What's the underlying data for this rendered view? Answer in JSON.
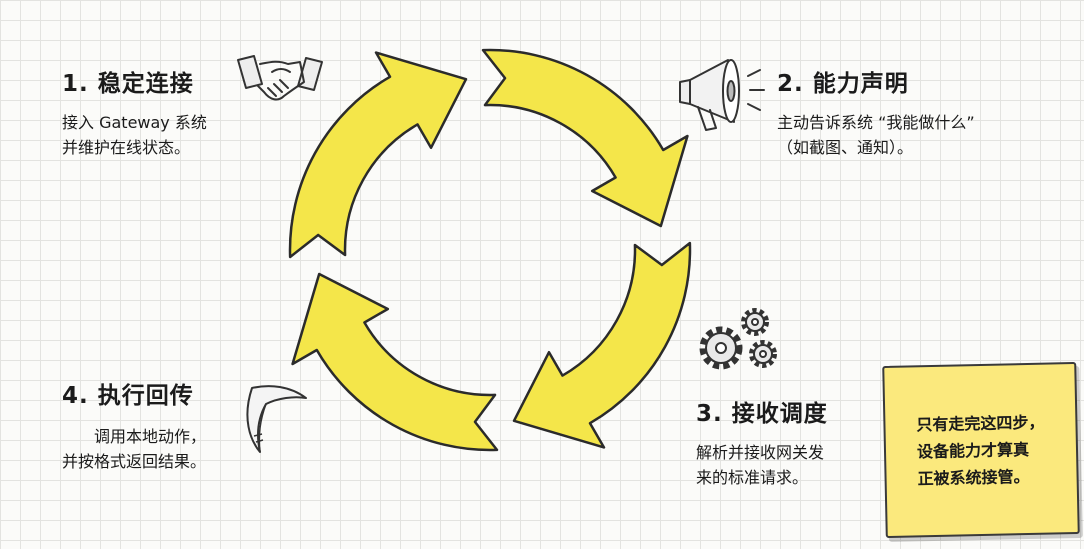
{
  "steps": [
    {
      "title": "1. 稳定连接",
      "lines": [
        "接入 Gateway 系统",
        "并维护在线状态。"
      ],
      "icon": "handshake-icon"
    },
    {
      "title": "2. 能力声明",
      "lines": [
        "主动告诉系统 “我能做什么”",
        "（如截图、通知）。"
      ],
      "icon": "megaphone-icon"
    },
    {
      "title": "3. 接收调度",
      "lines": [
        "解析并接收网关发",
        "来的标准请求。"
      ],
      "icon": "gears-icon"
    },
    {
      "title": "4. 执行回传",
      "lines": [
        "调用本地动作，",
        "并按格式返回结果。"
      ],
      "icon": "boomerang-icon"
    }
  ],
  "note": {
    "lines": [
      "只有走完这四步，",
      "设备能力才算真",
      "正被系统接管。"
    ]
  },
  "colors": {
    "arrow_fill": "#f4e64a",
    "outline": "#2b2b2b",
    "note_fill": "#fbe97d"
  }
}
